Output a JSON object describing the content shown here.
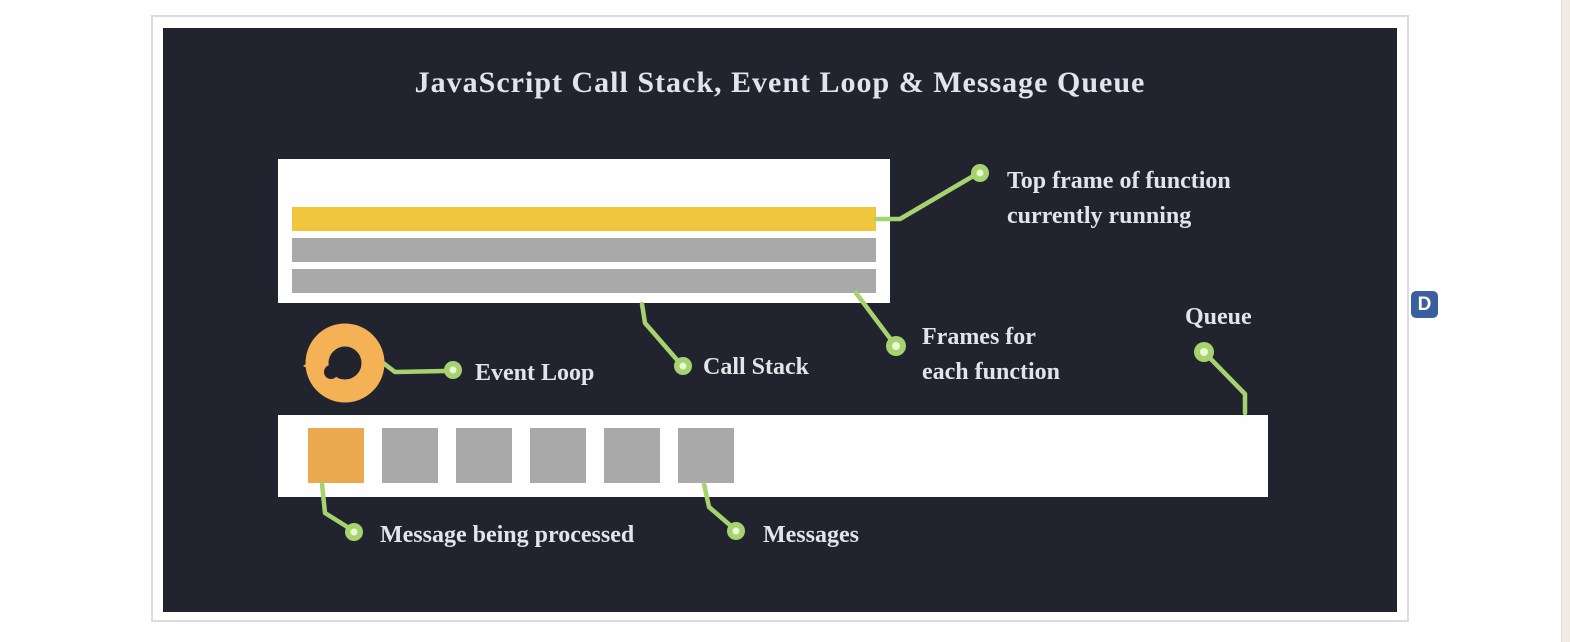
{
  "title": "JavaScript Call Stack, Event Loop & Message Queue",
  "labels": {
    "top_frame_line1": "Top frame of function",
    "top_frame_line2": "currently running",
    "frames_line1": "Frames for",
    "frames_line2": "each function",
    "call_stack": "Call Stack",
    "event_loop": "Event Loop",
    "queue": "Queue",
    "message_processed": "Message being processed",
    "messages": "Messages"
  },
  "call_stack": {
    "bars": [
      {
        "kind": "active-frame",
        "color": "active_yellow"
      },
      {
        "kind": "frame",
        "color": "frame_gray"
      },
      {
        "kind": "frame",
        "color": "frame_gray"
      }
    ]
  },
  "queue": {
    "items": [
      {
        "kind": "message-processing",
        "color": "message_orange"
      },
      {
        "kind": "message-waiting",
        "color": "frame_gray"
      },
      {
        "kind": "message-waiting",
        "color": "frame_gray"
      },
      {
        "kind": "message-waiting",
        "color": "frame_gray"
      },
      {
        "kind": "message-waiting",
        "color": "frame_gray"
      },
      {
        "kind": "message-waiting",
        "color": "frame_gray"
      }
    ]
  },
  "badge": {
    "letter": "D"
  },
  "colors": {
    "page_bg": "#ffffff",
    "right_strip": "#f1ebe4",
    "card_border": "#dcdcdc",
    "slide_bg": "#21242e",
    "panel_white": "#fefefe",
    "active_yellow": "#f0c63c",
    "frame_gray": "#a9a9a9",
    "message_orange": "#eaa94e",
    "icon_orange": "#f4b155",
    "connector_green": "#a6d36f",
    "dot_center": "#e9f8d2",
    "text_light": "#e2e4e9",
    "badge_blue": "#3b5e9f"
  }
}
